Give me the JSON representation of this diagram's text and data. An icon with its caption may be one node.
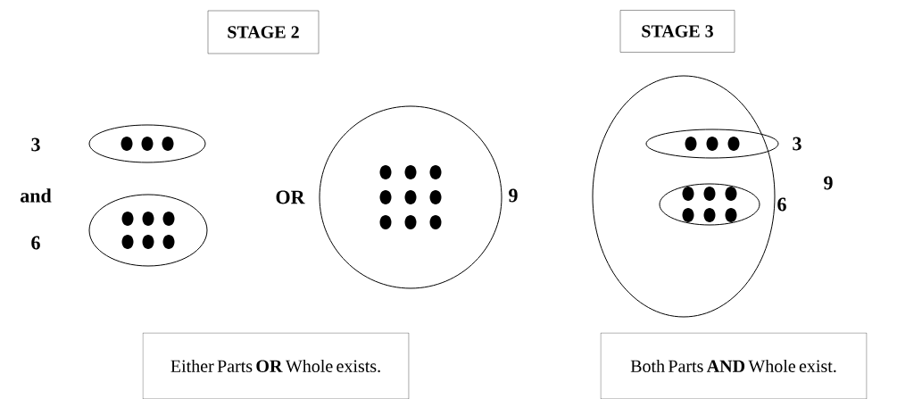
{
  "diagram": {
    "nodes": [
      {
        "text": [
          "STAGE 2"
        ]
      },
      {
        "text": [
          "STAGE 3"
        ]
      },
      {
        "text": [],
        "shape": "ellipse",
        "beside": [
          "3"
        ]
      },
      {
        "text": [],
        "shape": "ellipse",
        "beside": [
          "6"
        ]
      },
      {
        "text": [],
        "shape": "circle",
        "beside": [
          "9"
        ]
      },
      {
        "text": [],
        "shape": "ellipse",
        "beside": [
          "9"
        ]
      },
      {
        "text": [],
        "shape": "ellipse",
        "in": 5,
        "beside": [
          "3"
        ]
      },
      {
        "text": [],
        "shape": "ellipse",
        "in": 5,
        "beside": [
          "6"
        ]
      },
      {
        "text": [
          "Either Parts **OR** Whole exists."
        ]
      },
      {
        "text": [
          "Both Parts **AND** Whole exist."
        ]
      }
    ],
    "labels": [
      "and",
      "OR"
    ]
  }
}
